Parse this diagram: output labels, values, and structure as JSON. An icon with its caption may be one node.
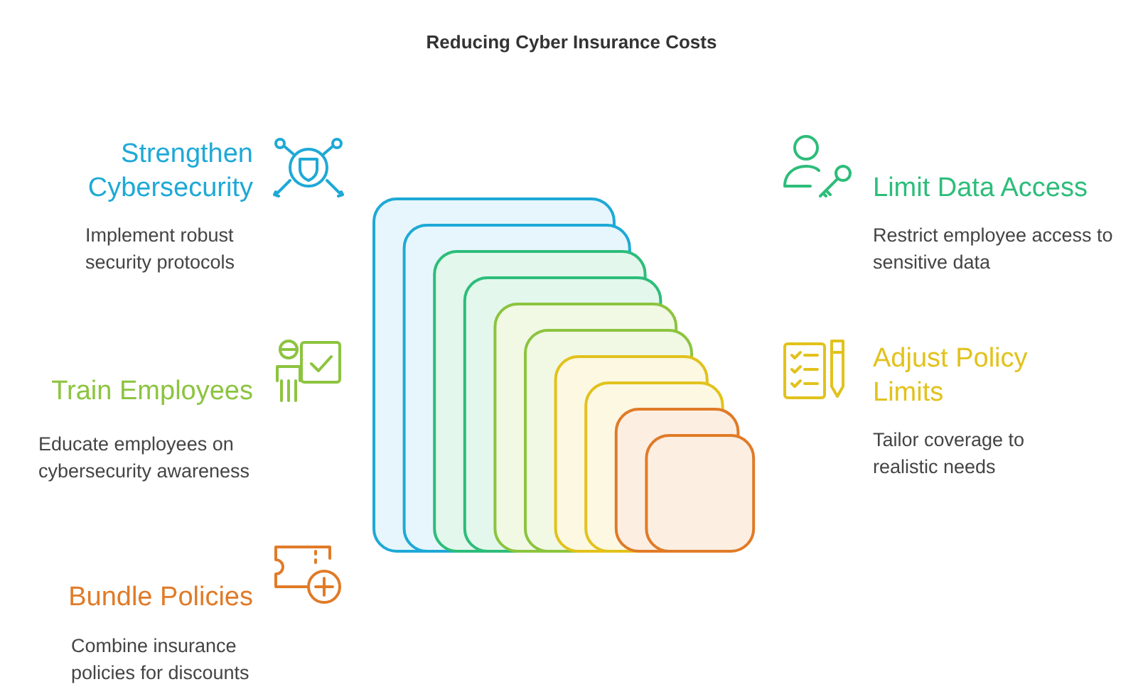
{
  "diagram": {
    "title": "Reducing Cyber Insurance Costs",
    "labels": [
      "Strengthen Cybersecurity",
      "Implement robust security protocols",
      "Limit Data Access",
      "Restrict employee access to sensitive data",
      "Train Employees",
      "Educate employees on cybersecurity awareness",
      "Adjust Policy Limits",
      "Tailor coverage to realistic needs",
      "Bundle Policies",
      "Combine insurance policies for discounts"
    ]
  }
}
